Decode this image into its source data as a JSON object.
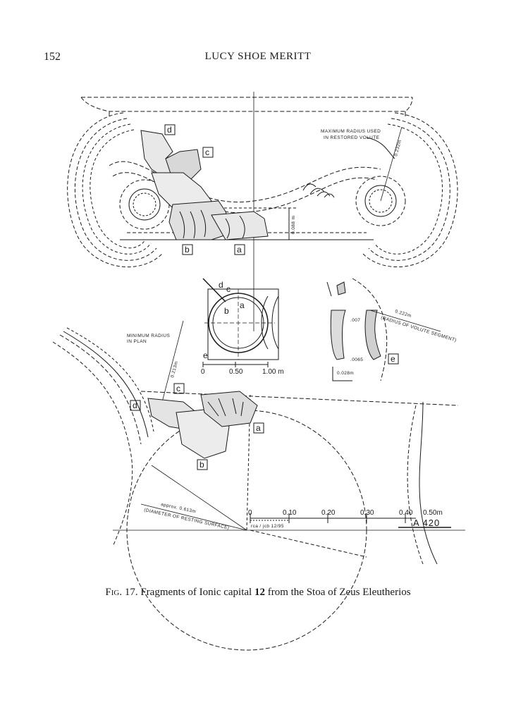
{
  "header": {
    "page_number": "152",
    "running_head": "LUCY SHOE MERITT"
  },
  "figure": {
    "fragment_labels": {
      "a": "a",
      "b": "b",
      "c": "c",
      "d": "d",
      "e": "e"
    },
    "elevation": {
      "max_radius_note_1": "MAXIMUM RADIUS USED",
      "max_radius_note_2": "IN RESTORED VOLUTE",
      "max_radius_dim": "0.232m",
      "height_dim": "0.088 m"
    },
    "small_plan": {
      "scale_0": "0",
      "scale_1": "0.50",
      "scale_2": "1.00 m"
    },
    "profile": {
      "dim_007": ".007",
      "dim_0065": ".0065",
      "dim_0028": "0.028m",
      "radius_dim": "0.222m",
      "radius_note": "(RADIUS OF VOLUTE SEGMENT)"
    },
    "plan": {
      "min_radius_note_1": "MINIMUM RADIUS",
      "min_radius_note_2": "IN PLAN",
      "min_radius_dim": "0.213m",
      "diameter_dim": "approx. 0.613m",
      "diameter_note": "(DIAMETER OF RESTING SURFACE)",
      "signature": "rca / jcb  12/95",
      "catalog_number": "A 420",
      "scale": [
        "0",
        "0.10",
        "0.20",
        "0.30",
        "0.40",
        "0.50m"
      ]
    }
  },
  "caption": {
    "fig_label": "Fig. 17.",
    "text_before": " Fragments of Ionic capital ",
    "number": "12",
    "text_after": " from the Stoa of Zeus Eleutherios"
  }
}
